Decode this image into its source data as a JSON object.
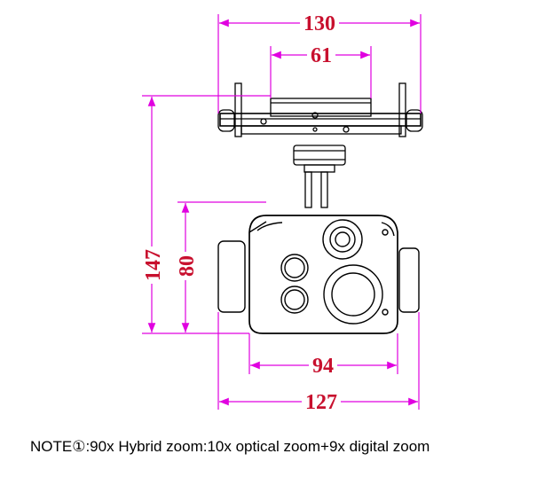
{
  "dimensions": {
    "overall_width": "130",
    "top_mount_width": "61",
    "overall_height": "147",
    "body_height": "80",
    "body_width": "94",
    "body_total_width": "127"
  },
  "note": {
    "text": "NOTE①:90x Hybrid zoom:10x optical zoom+9x digital zoom"
  },
  "colors": {
    "dimension": "#e000e0",
    "dimension_text": "#c8102e",
    "drawing_line": "#000000"
  }
}
